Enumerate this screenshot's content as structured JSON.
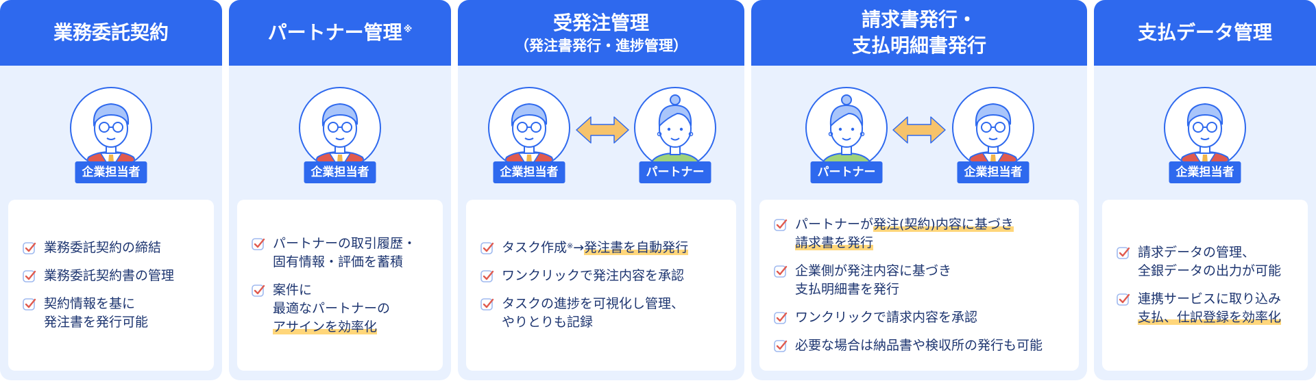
{
  "roles": {
    "company": "企業担当者",
    "partner": "パートナー"
  },
  "colors": {
    "primary": "#2e69ee",
    "card_bg": "#e9f1fe",
    "text": "#1d3570",
    "highlight": "#ffd67a",
    "arrow": "#f6c36b"
  },
  "cards": [
    {
      "title": "業務委託契約",
      "items": [
        {
          "text": "業務委託契約の締結"
        },
        {
          "text": "業務委託契約書の管理"
        },
        {
          "text": "契約情報を基に\n発注書を発行可能"
        }
      ]
    },
    {
      "title": "パートナー管理",
      "title_note": "※",
      "items": [
        {
          "text": "パートナーの取引履歴・\n固有情報・評価を蓄積"
        },
        {
          "pre": "案件に\n最適なパートナーの\n",
          "hl": "アサインを効率化"
        }
      ]
    },
    {
      "title": "受発注管理",
      "subtitle": "（発注書発行・進捗管理）",
      "items": [
        {
          "pre": "タスク作成",
          "note": "※",
          "mid": "→",
          "hl": "発注書を自動発行"
        },
        {
          "text": "ワンクリックで発注内容を承認"
        },
        {
          "text": "タスクの進捗を可視化し管理、\nやりとりも記録"
        }
      ]
    },
    {
      "title": "請求書発行・",
      "subtitle": "支払明細書発行",
      "items": [
        {
          "pre": "パートナーが",
          "hl": "発注(契約)内容に基づき",
          "hl2": "請求書を発行"
        },
        {
          "text": "企業側が発注内容に基づき\n支払明細書を発行"
        },
        {
          "text": "ワンクリックで請求内容を承認"
        },
        {
          "text": "必要な場合は納品書や検収所の発行も可能"
        }
      ]
    },
    {
      "title": "支払データ管理",
      "items": [
        {
          "text": "請求データの管理、\n全銀データの出力が可能"
        },
        {
          "pre": "連携サービスに取り込み\n",
          "hl": "支払、仕訳登録を効率化"
        }
      ]
    }
  ]
}
